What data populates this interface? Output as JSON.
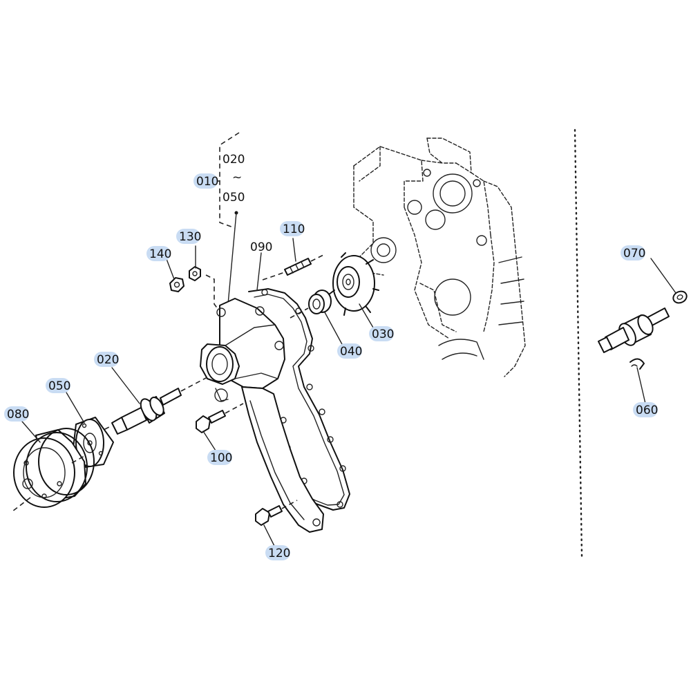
{
  "highlight_color": "#c9dcf3",
  "line_color": "#111111",
  "group_bracket": {
    "top_label": "020",
    "tilde": "~",
    "bottom_label": "050",
    "group_label": "010"
  },
  "callouts": {
    "c130": "130",
    "c140": "140",
    "c110": "110",
    "c090": "090",
    "c040": "040",
    "c030": "030",
    "c020": "020",
    "c050": "050",
    "c080": "080",
    "c100": "100",
    "c120": "120",
    "c070": "070",
    "c060": "060"
  }
}
